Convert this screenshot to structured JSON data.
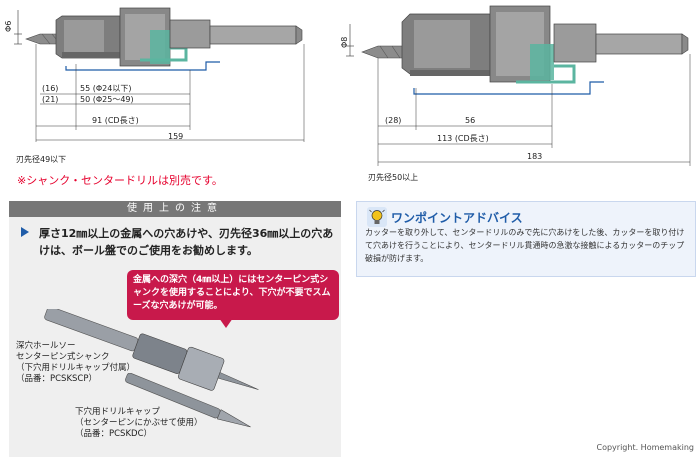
{
  "left_figure": {
    "shank_dia": "Φ6",
    "dim_16": "(16)",
    "dim_21": "(21)",
    "dim_55": "55 (Φ24以下)",
    "dim_50": "50 (Φ25～49)",
    "dim_91": "91 (CD長さ)",
    "dim_159": "159",
    "caption": "刃先径49以下"
  },
  "right_figure": {
    "shank_dia": "Φ8",
    "dim_28": "(28)",
    "dim_56": "56",
    "dim_113": "113 (CD長さ)",
    "dim_183": "183",
    "caption": "刃先径50以上"
  },
  "sold_separately_note": "※シャンク・センタードリルは別売です。",
  "caution": {
    "header": "使用上の注意",
    "text": "厚さ12㎜以上の金属への穴あけや、刃先径36㎜以上の穴あけは、ボール盤でのご使用をお勧めします。",
    "bubble": "金属への深穴（4㎜以上）にはセンターピン式シャンクを使用することにより、下穴が不要でスムーズな穴あけが可能。",
    "label_shank": "深穴ホールソー\nセンターピン式シャンク\n（下穴用ドリルキャップ付属）\n（品番：PCSKSCP）",
    "label_cap": "下穴用ドリルキャップ\n（センターピンにかぶせて使用）\n（品番：PCSKDC）"
  },
  "advice": {
    "title": "ワンポイントアドバイス",
    "text": "カッターを取り外して、センタードリルのみで先に穴あけをした後、カッターを取り付けて穴あけを行うことにより、センタードリル貫通時の急激な接触によるカッターのチップ破損が防げます。"
  },
  "copyright": "Copyright. Homemaking",
  "colors": {
    "accent_blue": "#1f5ca8",
    "caution_red": "#e6002d",
    "bubble": "#c8194b",
    "holder_green": "#5bb5a0"
  }
}
